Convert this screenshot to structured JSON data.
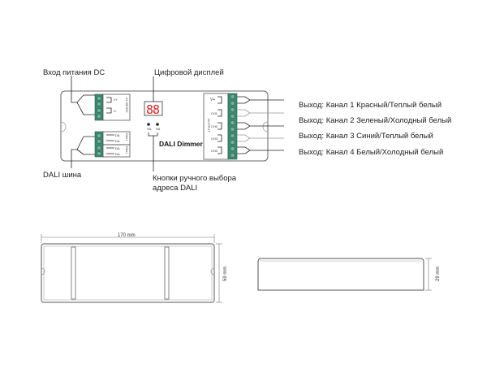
{
  "labels": {
    "dc_input": "Вход питания DC",
    "dali_bus": "DALI шина",
    "digital_display": "Цифровой дисплей",
    "buttons_line1": "Кнопки ручного выбора",
    "buttons_line2": "адреса DALI",
    "out1": "Выход: Канал 1 Красный/Теплый белый",
    "out2": "Выход: Канал 2 Зеленый/Холодный белый",
    "out3": "Выход: Канал 3 Синий/Теплый белый",
    "out4": "Выход: Канал 4 Белый/Холодный белый"
  },
  "device": {
    "name": "DALI Dimmer",
    "display": "88",
    "vplus": "V+",
    "vminus": "V-",
    "voltage": "12-36VDC",
    "da": "DA",
    "dali": "DALI",
    "output": "OUTPUT",
    "channels": [
      "V+",
      "CH1",
      "CH2",
      "CH3",
      "CH4"
    ],
    "btn_labels": [
      "SA",
      "SA"
    ]
  },
  "dimensions": {
    "length": "170 mm",
    "width": "59 mm",
    "height": "29 mm"
  }
}
